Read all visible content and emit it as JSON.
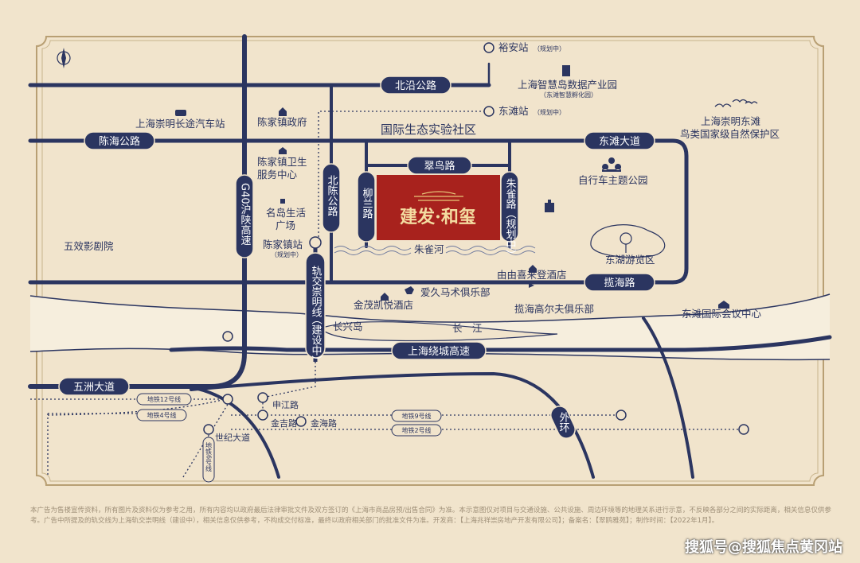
{
  "colors": {
    "road": "#2b3560",
    "bg": "#f1e4cc",
    "frame": "#b89f73",
    "project": "#a8221d",
    "gold": "#e8c87a"
  },
  "project": {
    "name": "建发·和玺"
  },
  "roads": {
    "beiyan": "北沿公路",
    "chenhai": "陈海公路",
    "dongtan": "东滩大道",
    "cuiniao": "翠鸟路",
    "lanhai": "揽海路",
    "ring": "上海绕城高速",
    "wuzhou": "五洲大道",
    "liulan": "柳兰路",
    "zhuque_road": "朱雀路",
    "zhuque_note": "（规划中）",
    "beichen": "北陈公路",
    "g40": "G40沪陕高速",
    "rail": "轨交崇明线",
    "rail_note": "（建设中）",
    "waihuan": "外环",
    "river": "朱雀河",
    "yangtze": "长　江"
  },
  "stations": {
    "yuan": "裕安站",
    "yuan_note": "（规划中）",
    "dongtan": "东滩站",
    "dongtan_note": "（规划中）",
    "chenjia": "陈家镇站",
    "chenjia_note": "（规划中）",
    "shenjiang": "申江路",
    "jinji": "金吉路",
    "jinhai": "金海路",
    "shiji": "世纪大道"
  },
  "metro": {
    "l12": "地铁12号线",
    "l4": "地铁4号线",
    "l9": "地铁9号线",
    "l2": "地铁2号线",
    "l6": "地铁6号线"
  },
  "pois": {
    "datapark": "上海智慧岛数据产业园",
    "datapark_note": "（东滩智慧孵化园）",
    "bus": "上海崇明长途汽车站",
    "gov": "陈家镇政府",
    "eco": "国际生态实验社区",
    "health1": "陈家镇卫生",
    "health2": "服务中心",
    "plaza1": "名岛生活",
    "plaza2": "广场",
    "cinema": "五效影剧院",
    "bikepark": "自行车主题公园",
    "wetland1": "上海崇明东滩",
    "wetland2": "鸟类国家级自然保护区",
    "lakepark": "东湖游览区",
    "hotel1": "由由喜来登酒店",
    "equestrian": "爱久马术俱乐部",
    "hotel2": "金茂凯悦酒店",
    "golf": "揽海高尔夫俱乐部",
    "conference": "东滩国际会议中心",
    "island": "长兴岛"
  },
  "disclaimer": "本广告为售楼宣传资料，所有图片及资料仅为参考之用，所有内容均以政府最后法律审批文件及双方签订的《上海市商品房预/出售合同》为准。本示意图仅对项目与交通设施、公共设施、周边环境等的地理关系进行示意，不反映各部分之间的实际距离，相关信息仅供参考。广告中所提及的轨交线为上海轨交崇明线（建设中），相关信息仅供参考，不构成交付标准，最终以政府相关部门的批准文件为准。开发商：【上海兆祥崇房地产开发有限公司】；备案名：【翠鸥雅苑】；制作时间：【2022年1月】。",
  "watermark": "搜狐号@搜狐焦点黄冈站"
}
